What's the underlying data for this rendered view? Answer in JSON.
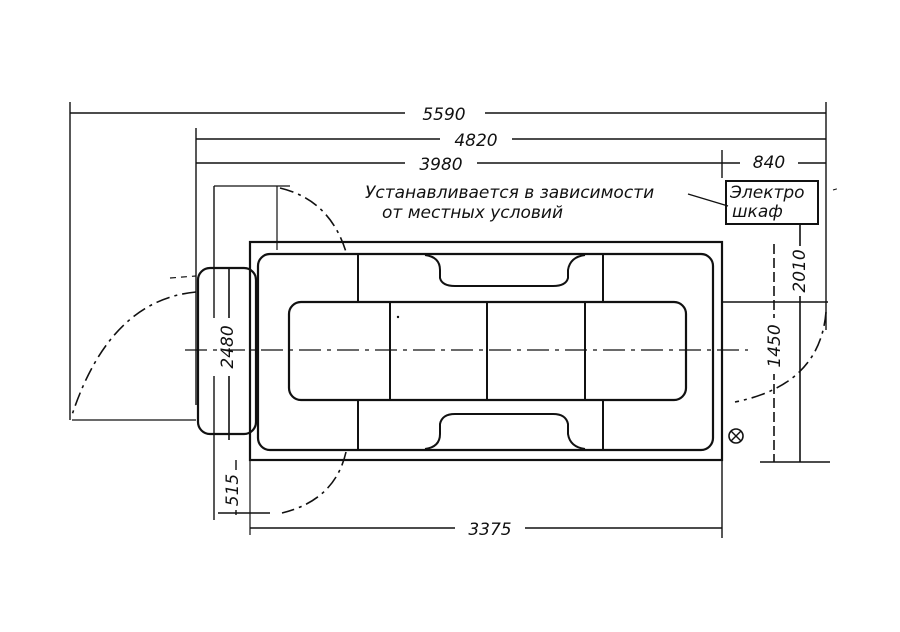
{
  "dimensions": {
    "overall_length": "5590",
    "outer_length": "4820",
    "table_length": "3980",
    "cabinet_offset": "840",
    "width_total": "2480",
    "table_width": "1450",
    "cabinet_depth": "2010",
    "clearance": "515",
    "base_length": "3375"
  },
  "note": {
    "line1": "Устанавливается в зависимости",
    "line2": "от местных условий"
  },
  "cabinet": {
    "line1": "Электро",
    "line2": "шкаф"
  }
}
